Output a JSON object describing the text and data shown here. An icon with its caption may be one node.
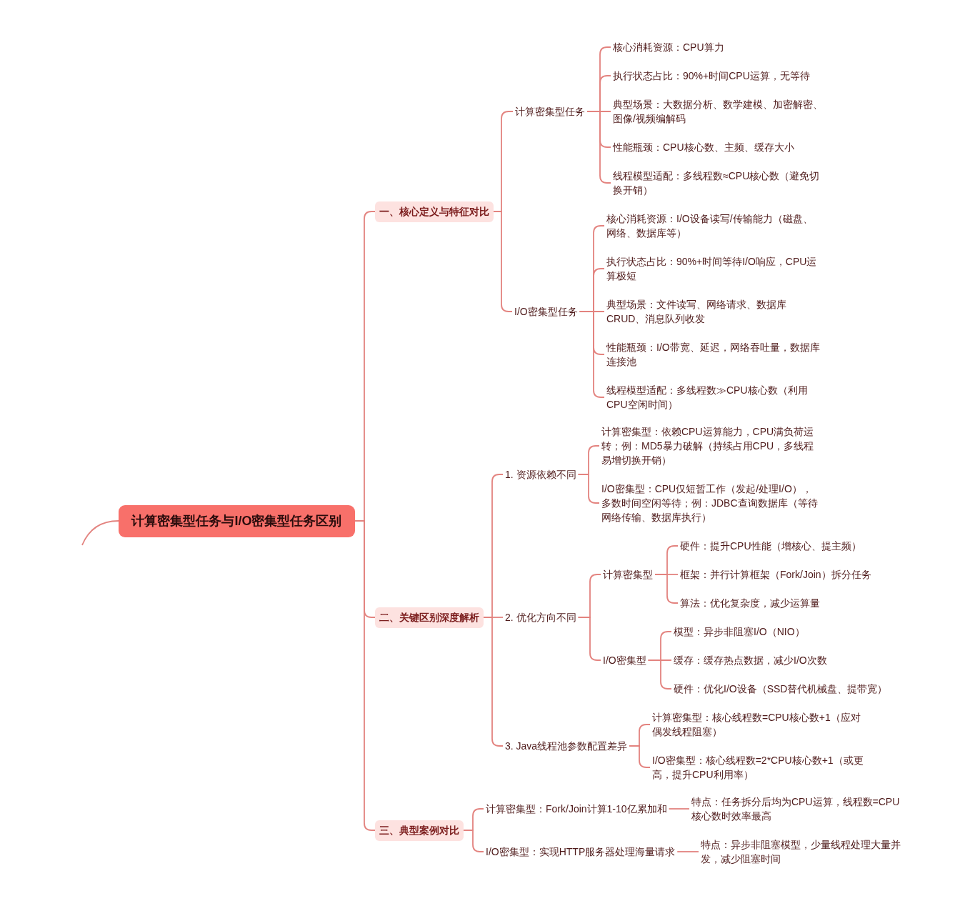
{
  "diagram": {
    "nodes": [
      {
        "text": [
          "计算密集型任务与I/O密集型任务区别"
        ]
      },
      {
        "text": [
          "一、核心定义与特征对比"
        ]
      },
      {
        "text": [
          "计算密集型任务"
        ]
      },
      {
        "text": [
          "核心消耗资源：CPU算力"
        ]
      },
      {
        "text": [
          "执行状态占比：90%+时间CPU运算，无等待"
        ]
      },
      {
        "text": [
          "典型场景：大数据分析、数学建模、加密解密、图像/视频编解码"
        ]
      },
      {
        "text": [
          "性能瓶颈：CPU核心数、主频、缓存大小"
        ]
      },
      {
        "text": [
          "线程模型适配：多线程数≈CPU核心数（避免切换开销）"
        ]
      },
      {
        "text": [
          "I/O密集型任务"
        ]
      },
      {
        "text": [
          "核心消耗资源：I/O设备读写/传输能力（磁盘、网络、数据库等）"
        ]
      },
      {
        "text": [
          "执行状态占比：90%+时间等待I/O响应，CPU运算极短"
        ]
      },
      {
        "text": [
          "典型场景：文件读写、网络请求、数据库CRUD、消息队列收发"
        ]
      },
      {
        "text": [
          "性能瓶颈：I/O带宽、延迟，网络吞吐量，数据库连接池"
        ]
      },
      {
        "text": [
          "线程模型适配：多线程数≫CPU核心数（利用CPU空闲时间）"
        ]
      },
      {
        "text": [
          "二、关键区别深度解析"
        ]
      },
      {
        "text": [
          "1. 资源依赖不同"
        ]
      },
      {
        "text": [
          "计算密集型：依赖CPU运算能力，CPU满负荷运转；例：MD5暴力破解（持续占用CPU，多线程易增切换开销）"
        ]
      },
      {
        "text": [
          "I/O密集型：CPU仅短暂工作（发起/处理I/O），多数时间空闲等待；例：JDBC查询数据库（等待网络传输、数据库执行）"
        ]
      },
      {
        "text": [
          "2. 优化方向不同"
        ]
      },
      {
        "text": [
          "计算密集型"
        ]
      },
      {
        "text": [
          "硬件：提升CPU性能（增核心、提主频）"
        ]
      },
      {
        "text": [
          "框架：并行计算框架（Fork/Join）拆分任务"
        ]
      },
      {
        "text": [
          "算法：优化复杂度，减少运算量"
        ]
      },
      {
        "text": [
          "I/O密集型"
        ]
      },
      {
        "text": [
          "模型：异步非阻塞I/O（NIO）"
        ]
      },
      {
        "text": [
          "缓存：缓存热点数据，减少I/O次数"
        ]
      },
      {
        "text": [
          "硬件：优化I/O设备（SSD替代机械盘、提带宽）"
        ]
      },
      {
        "text": [
          "3. Java线程池参数配置差异"
        ]
      },
      {
        "text": [
          "计算密集型：核心线程数=CPU核心数+1（应对偶发线程阻塞）"
        ]
      },
      {
        "text": [
          "I/O密集型：核心线程数=2*CPU核心数+1（或更高，提升CPU利用率）"
        ]
      },
      {
        "text": [
          "三、典型案例对比"
        ]
      },
      {
        "text": [
          "计算密集型：Fork/Join计算1-10亿累加和"
        ]
      },
      {
        "text": [
          "特点：任务拆分后均为CPU运算，线程数=CPU核心数时效率最高"
        ]
      },
      {
        "text": [
          "I/O密集型：实现HTTP服务器处理海量请求"
        ]
      },
      {
        "text": [
          "特点：异步非阻塞模型，少量线程处理大量并发，减少阻塞时间"
        ]
      }
    ],
    "edges": [
      {
        "from": null,
        "to": 0,
        "arrow": "none"
      },
      {
        "from": 0,
        "to": 1,
        "arrow": "none"
      },
      {
        "from": 1,
        "to": 2,
        "arrow": "none"
      },
      {
        "from": 2,
        "to": 3,
        "arrow": "none"
      },
      {
        "from": 2,
        "to": 4,
        "arrow": "none"
      },
      {
        "from": 2,
        "to": 5,
        "arrow": "none"
      },
      {
        "from": 2,
        "to": 6,
        "arrow": "none"
      },
      {
        "from": 2,
        "to": 7,
        "arrow": "none"
      },
      {
        "from": 1,
        "to": 8,
        "arrow": "none"
      },
      {
        "from": 8,
        "to": 9,
        "arrow": "none"
      },
      {
        "from": 8,
        "to": 10,
        "arrow": "none"
      },
      {
        "from": 8,
        "to": 11,
        "arrow": "none"
      },
      {
        "from": 8,
        "to": 12,
        "arrow": "none"
      },
      {
        "from": 8,
        "to": 13,
        "arrow": "none"
      },
      {
        "from": 0,
        "to": 14,
        "arrow": "none"
      },
      {
        "from": 14,
        "to": 15,
        "arrow": "none"
      },
      {
        "from": 15,
        "to": 16,
        "arrow": "none"
      },
      {
        "from": 15,
        "to": 17,
        "arrow": "none"
      },
      {
        "from": 14,
        "to": 18,
        "arrow": "none"
      },
      {
        "from": 18,
        "to": 19,
        "arrow": "none"
      },
      {
        "from": 19,
        "to": 20,
        "arrow": "none"
      },
      {
        "from": 19,
        "to": 21,
        "arrow": "none"
      },
      {
        "from": 19,
        "to": 22,
        "arrow": "none"
      },
      {
        "from": 18,
        "to": 23,
        "arrow": "none"
      },
      {
        "from": 23,
        "to": 24,
        "arrow": "none"
      },
      {
        "from": 23,
        "to": 25,
        "arrow": "none"
      },
      {
        "from": 23,
        "to": 26,
        "arrow": "none"
      },
      {
        "from": 14,
        "to": 27,
        "arrow": "none"
      },
      {
        "from": 27,
        "to": 28,
        "arrow": "none"
      },
      {
        "from": 27,
        "to": 29,
        "arrow": "none"
      },
      {
        "from": 0,
        "to": 30,
        "arrow": "none"
      },
      {
        "from": 30,
        "to": 31,
        "arrow": "none"
      },
      {
        "from": 31,
        "to": 32,
        "arrow": "none"
      },
      {
        "from": 30,
        "to": 33,
        "arrow": "none"
      },
      {
        "from": 33,
        "to": 34,
        "arrow": "none"
      }
    ]
  }
}
